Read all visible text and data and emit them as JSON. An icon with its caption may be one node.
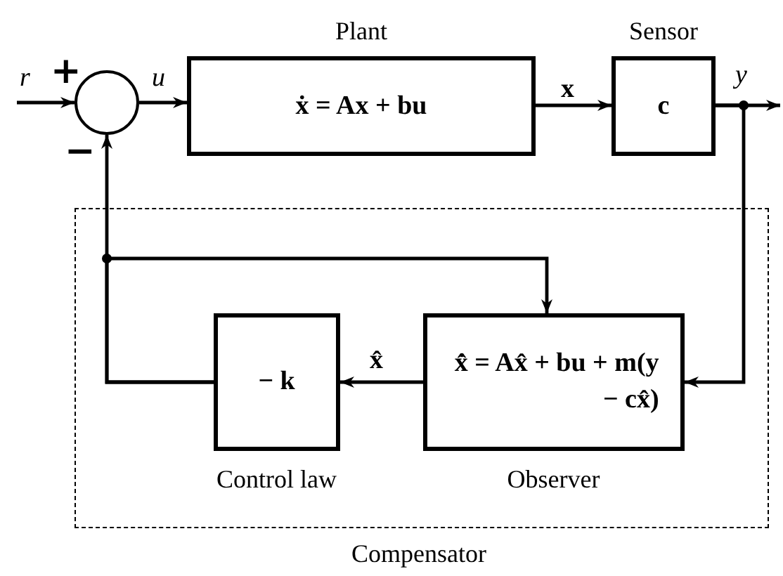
{
  "diagram": {
    "nodes": [
      {
        "text": [
          "Compensator"
        ]
      },
      {
        "text": [],
        "shape": "circle"
      },
      {
        "text": [
          "Plant",
          "ẋ = Ax + bu"
        ]
      },
      {
        "text": [
          "Sensor",
          "c"
        ]
      },
      {
        "text": [
          "− k",
          "Control law"
        ],
        "in": 0
      },
      {
        "text": [
          "x̂̇ = Ax̂ + bu + m(y − cx̂)",
          "Observer"
        ],
        "in": 0
      }
    ],
    "edges": [
      {
        "from": null,
        "to": 1,
        "arrow": "to",
        "label": "r"
      },
      {
        "from": 1,
        "to": 2,
        "arrow": "to",
        "label": "u"
      },
      {
        "from": 2,
        "to": 3,
        "arrow": "to",
        "label": "x"
      },
      {
        "from": 3,
        "to": null,
        "arrow": "to",
        "label": "y"
      },
      {
        "from": 3,
        "to": 5,
        "arrow": "to"
      },
      {
        "from": 5,
        "to": 4,
        "arrow": "to",
        "label": "x̂"
      },
      {
        "from": 4,
        "to": 1,
        "arrow": "to"
      },
      {
        "from": 4,
        "to": 5,
        "arrow": "to"
      }
    ],
    "labels": [
      "+",
      "−"
    ]
  }
}
